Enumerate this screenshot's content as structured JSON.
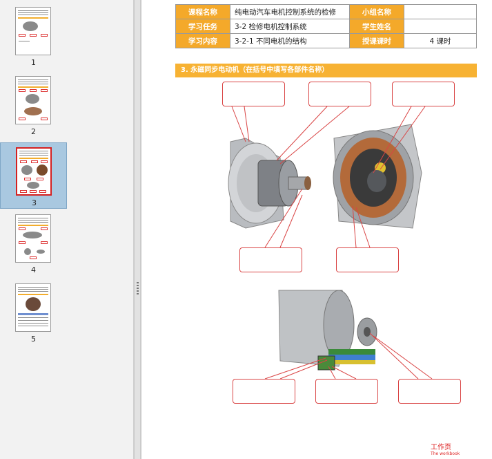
{
  "thumbnails": [
    {
      "page": "1",
      "selected": false
    },
    {
      "page": "2",
      "selected": false
    },
    {
      "page": "3",
      "selected": true
    },
    {
      "page": "4",
      "selected": false
    },
    {
      "page": "5",
      "selected": false
    }
  ],
  "info_table": {
    "course_label": "课程名称",
    "course_value": "纯电动汽车电机控制系统的检修",
    "group_label": "小组名称",
    "group_value": "",
    "task_label": "学习任务",
    "task_value": "3-2 检修电机控制系统",
    "student_label": "学生姓名",
    "student_value": "",
    "content_label": "学习内容",
    "content_value": "3-2-1 不同电机的结构",
    "hours_label": "授课课时",
    "hours_value": "4 课时"
  },
  "section": {
    "title": "3.  永磁同步电动机（在括号中填写各部件名称）"
  },
  "footer": {
    "brand": "工作页",
    "sub": "The workbook"
  },
  "colors": {
    "accent": "#f4a92a",
    "label_border": "#d94444",
    "selection": "#a9c8e0"
  }
}
